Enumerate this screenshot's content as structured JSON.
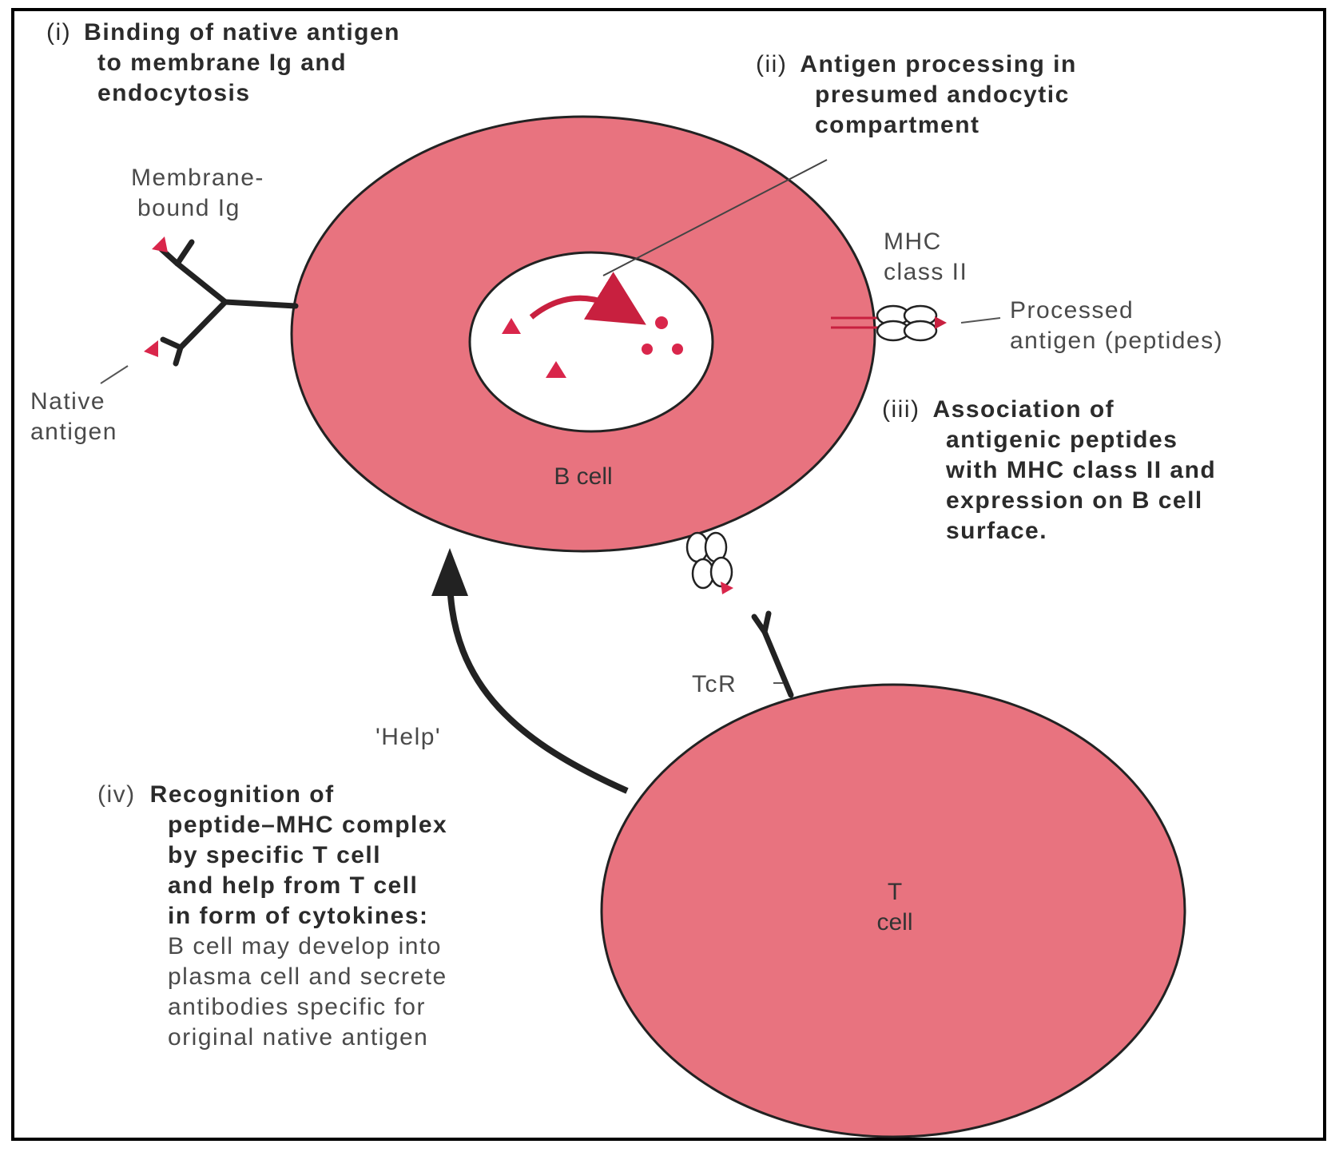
{
  "steps": [
    {
      "number": "(i)",
      "lines": [
        "Binding of native antigen",
        "to membrane Ig and",
        "endocytosis"
      ]
    },
    {
      "number": "(ii)",
      "lines": [
        "Antigen processing in",
        "presumed andocytic",
        "compartment"
      ]
    },
    {
      "number": "(iii)",
      "lines": [
        "Association of",
        "antigenic peptides",
        "with MHC class II and",
        "expression on B cell",
        "surface."
      ]
    },
    {
      "number": "(iv)",
      "lines_bold": [
        "Recognition of",
        "peptide–MHC complex",
        "by specific T cell",
        "and help from T cell",
        "in form of cytokines:"
      ],
      "lines_plain": [
        "B cell may develop into",
        "plasma cell and secrete",
        "antibodies specific for",
        "original native antigen"
      ]
    }
  ],
  "labels": {
    "membrane_ig": [
      "Membrane-",
      "bound Ig"
    ],
    "native_antigen": [
      "Native",
      "antigen"
    ],
    "mhc": [
      "MHC",
      "class II"
    ],
    "processed_antigen": [
      "Processed",
      "antigen (peptides)"
    ],
    "tcr": "TcR",
    "help": "'Help'"
  },
  "cells": {
    "b_cell": "B cell",
    "t_cell": [
      "T",
      "cell"
    ]
  },
  "colors": {
    "cell_fill": "#e8737f",
    "antigen": "#d9264b",
    "arrow_pink": "#c8203f",
    "outline": "#222222"
  }
}
